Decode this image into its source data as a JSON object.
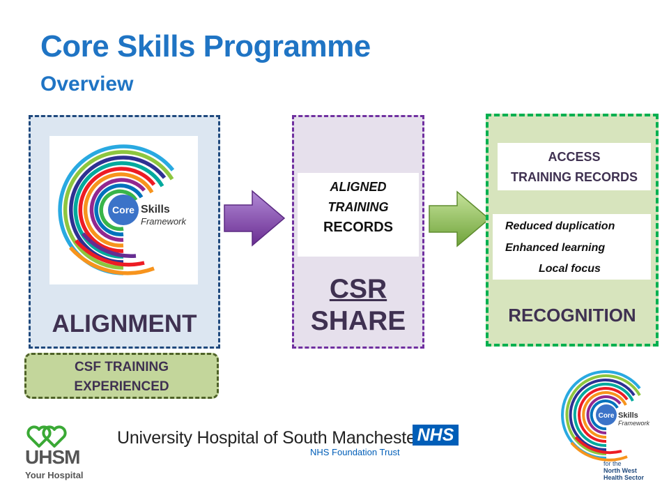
{
  "header": {
    "title": "Core Skills Programme",
    "subtitle": "Overview"
  },
  "alignment": {
    "label": "ALIGNMENT",
    "logo": {
      "core": "Core",
      "skills": "Skills",
      "framework": "Framework"
    },
    "csf_training": {
      "line1": "CSF TRAINING",
      "line2": "EXPERIENCED"
    }
  },
  "csr_share": {
    "aligned": {
      "line1": "ALIGNED",
      "line2": "TRAINING",
      "line3": "RECORDS"
    },
    "label_line1": "CSR",
    "label_line2": "SHARE"
  },
  "recognition": {
    "access": {
      "line1": "ACCESS",
      "line2": "TRAINING RECORDS"
    },
    "benefits": [
      "Reduced duplication",
      "Enhanced learning",
      "Local focus"
    ],
    "label": "RECOGNITION"
  },
  "footer": {
    "uhsm": "UHSM",
    "uhsm_tagline": "Your Hospital",
    "hospital_name": "University Hospital of South Manchester",
    "nhs": "NHS",
    "trust": "NHS Foundation Trust",
    "csf_logo": {
      "core": "Core",
      "skills": "Skills",
      "framework": "Framework",
      "for_the": "for the",
      "north_west": "North West",
      "health_sector": "Health Sector"
    }
  },
  "colors": {
    "title_blue": "#1f74c4",
    "alignment_bg": "#dce6f1",
    "csr_bg": "#e6e0ec",
    "recognition_bg": "#d7e4bd",
    "label_purple": "#3f3151",
    "nhs_blue": "#005eb8"
  },
  "icons": [
    "uhsm-hearts-icon",
    "csf-logo-icon",
    "arrow-right-icon"
  ]
}
